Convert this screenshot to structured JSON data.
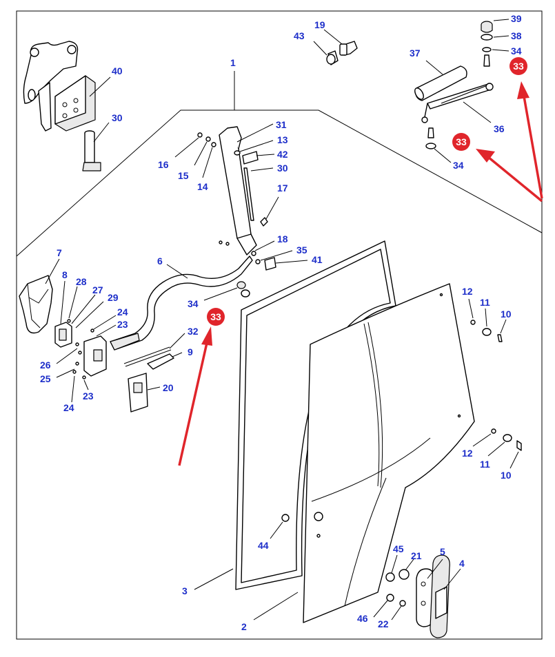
{
  "diagram": {
    "accent_color": "#1d2ec9",
    "callout_color": "#e0252b",
    "arrow_color": "#e0252b",
    "labels": {
      "p1": "1",
      "p2": "2",
      "p3": "3",
      "p4": "4",
      "p5": "5",
      "p6": "6",
      "p7": "7",
      "p8": "8",
      "p9": "9",
      "p10a": "10",
      "p10b": "10",
      "p11a": "11",
      "p11b": "11",
      "p12a": "12",
      "p12b": "12",
      "p13": "13",
      "p14": "14",
      "p15": "15",
      "p16": "16",
      "p17": "17",
      "p18": "18",
      "p19": "19",
      "p20": "20",
      "p21": "21",
      "p22": "22",
      "p23a": "23",
      "p23b": "23",
      "p24a": "24",
      "p24b": "24",
      "p25": "25",
      "p26": "26",
      "p27": "27",
      "p28": "28",
      "p29": "29",
      "p30a": "30",
      "p30b": "30",
      "p31": "31",
      "p32": "32",
      "p34a": "34",
      "p34b": "34",
      "p34c": "34",
      "p35": "35",
      "p36": "36",
      "p37": "37",
      "p38": "38",
      "p39": "39",
      "p40": "40",
      "p41": "41",
      "p42": "42",
      "p43": "43",
      "p44": "44",
      "p45": "45",
      "p46": "46"
    },
    "highlight": {
      "c1": "33",
      "c2": "33",
      "c3": "33"
    }
  }
}
